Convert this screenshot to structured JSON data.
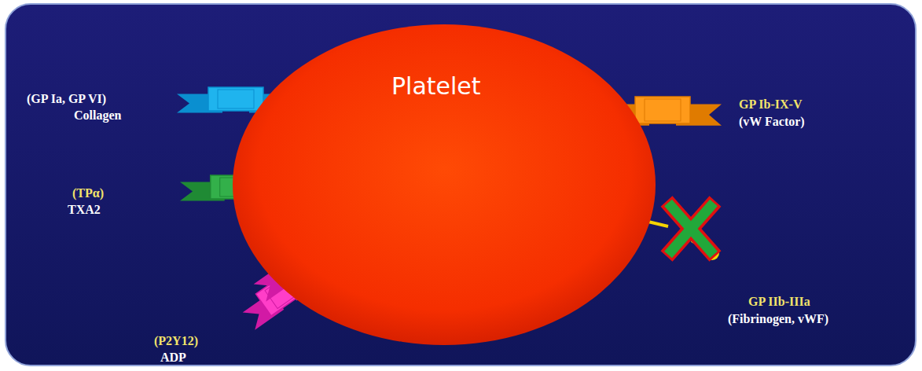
{
  "diagram": {
    "nodes": [
      {
        "text": [
          "Platelet"
        ]
      }
    ],
    "labels": [
      "(GP Ia, GP VI)",
      "Collagen",
      "(TPα)",
      "TXA2",
      "(P2Y12)",
      "ADP",
      "GP Ib-IX-V",
      "(vW Factor)",
      "GP IIb-IIIa",
      "(Fibrinogen, vWF)"
    ]
  }
}
